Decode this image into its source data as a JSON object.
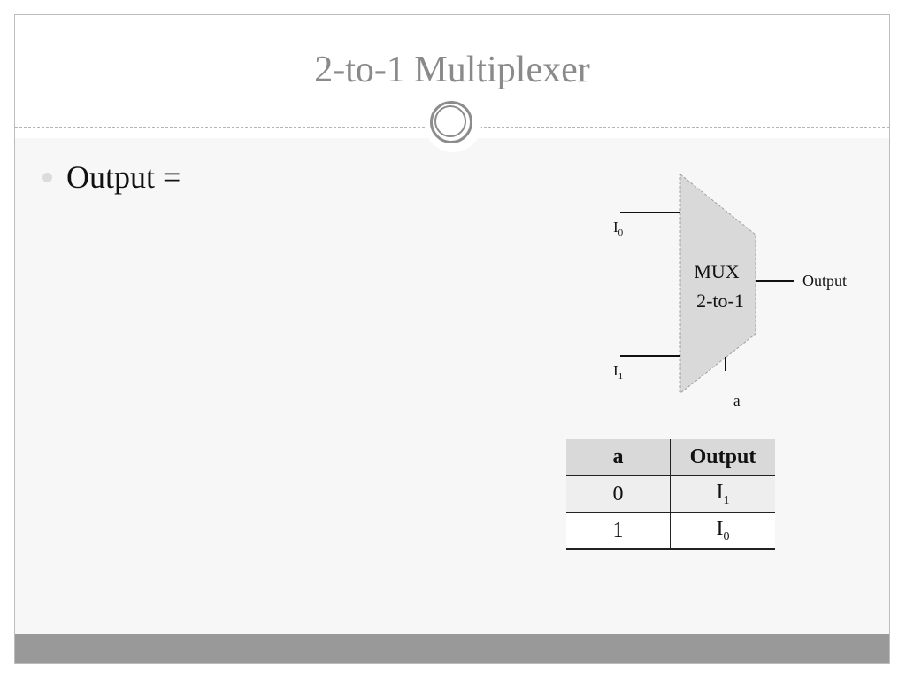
{
  "slide": {
    "title": "2-to-1 Multiplexer",
    "bullet": "Output ="
  },
  "diagram": {
    "block_line1": "MUX",
    "block_line2": "2-to-1",
    "input0_base": "I",
    "input0_sub": "0",
    "input1_base": "I",
    "input1_sub": "1",
    "select_label": "a",
    "output_label": "Output"
  },
  "truth_table": {
    "headers": [
      "a",
      "Output"
    ],
    "rows": [
      {
        "a": "0",
        "out_base": "I",
        "out_sub": "1"
      },
      {
        "a": "1",
        "out_base": "I",
        "out_sub": "0"
      }
    ]
  },
  "colors": {
    "title": "#8a8a8a",
    "content_background": "#f7f7f7",
    "mux_fill": "#d9d9d9",
    "footer": "#999999"
  }
}
